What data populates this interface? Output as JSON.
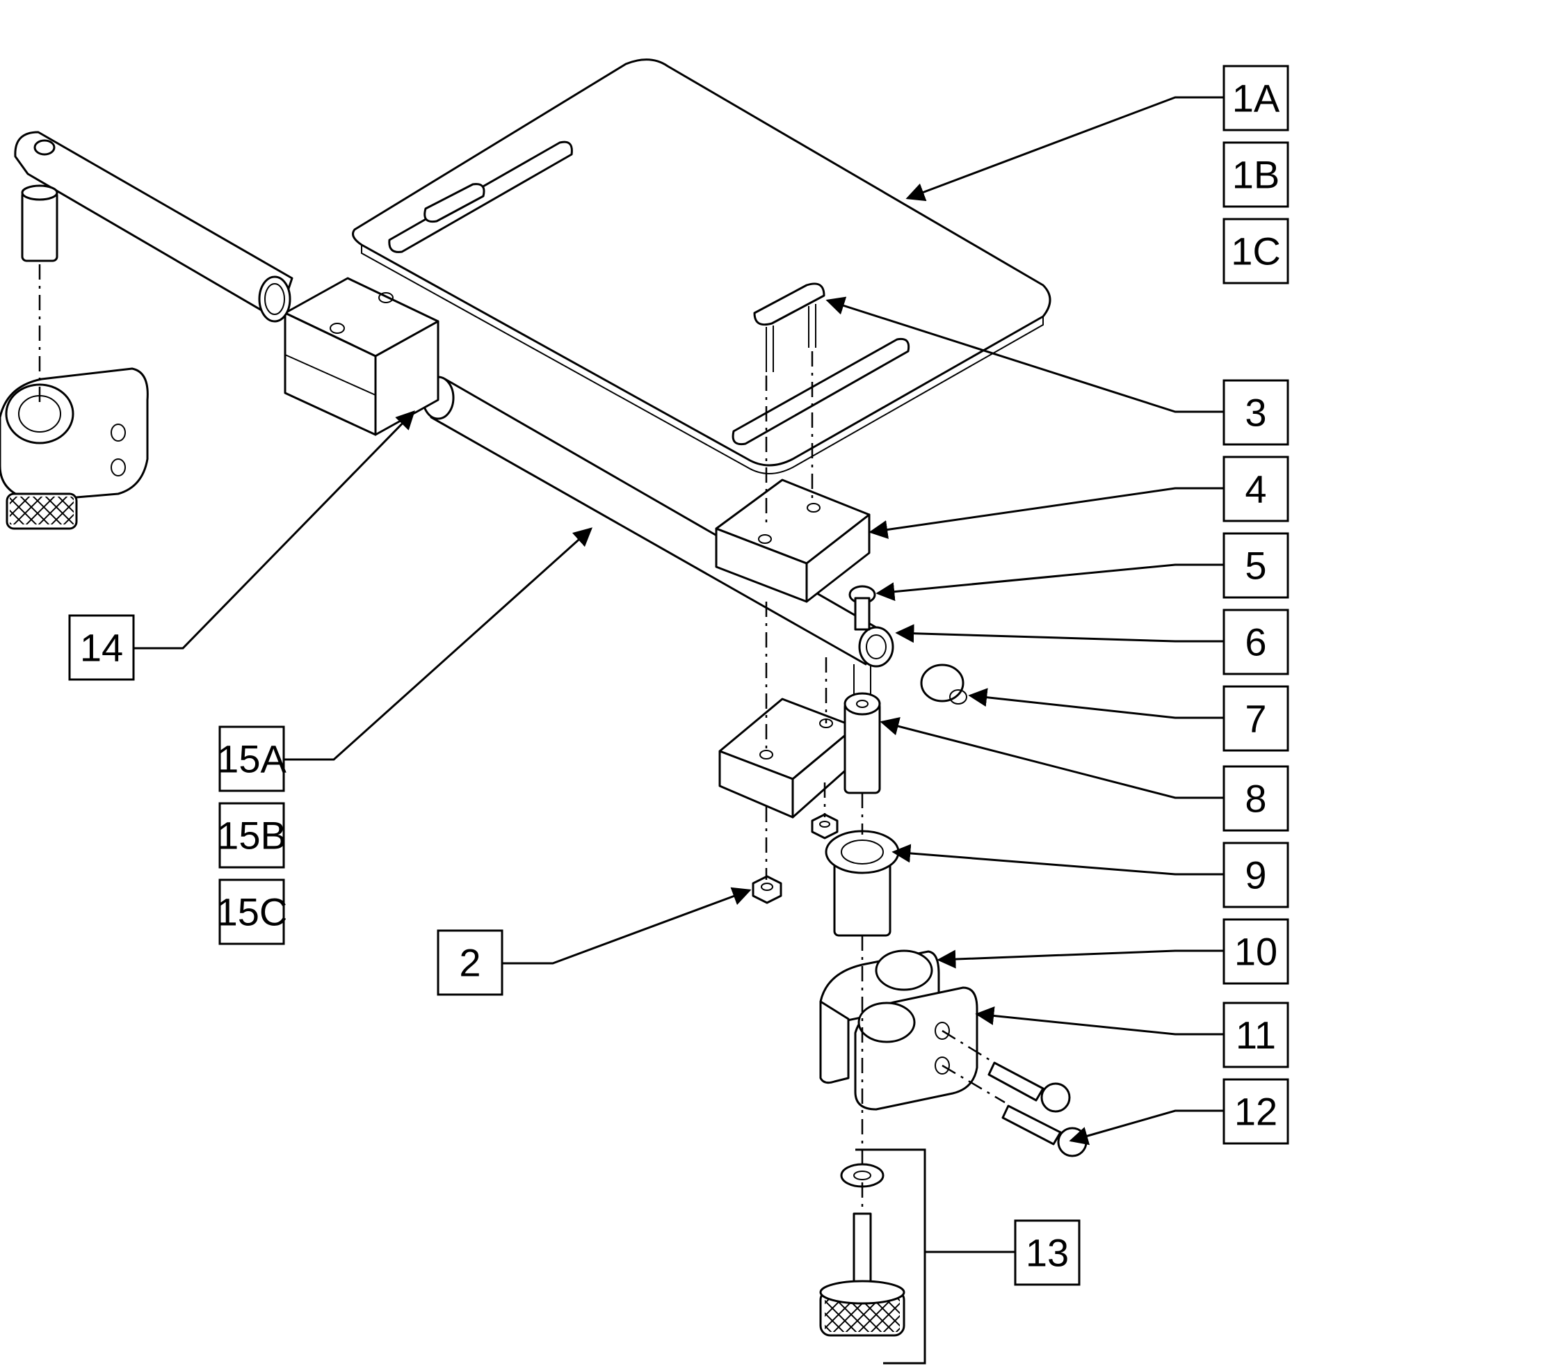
{
  "diagram": {
    "callouts": [
      {
        "id": "1A",
        "label": "1A"
      },
      {
        "id": "1B",
        "label": "1B"
      },
      {
        "id": "1C",
        "label": "1C"
      },
      {
        "id": "2",
        "label": "2"
      },
      {
        "id": "3",
        "label": "3"
      },
      {
        "id": "4",
        "label": "4"
      },
      {
        "id": "5",
        "label": "5"
      },
      {
        "id": "6",
        "label": "6"
      },
      {
        "id": "7",
        "label": "7"
      },
      {
        "id": "8",
        "label": "8"
      },
      {
        "id": "9",
        "label": "9"
      },
      {
        "id": "10",
        "label": "10"
      },
      {
        "id": "11",
        "label": "11"
      },
      {
        "id": "12",
        "label": "12"
      },
      {
        "id": "13",
        "label": "13"
      },
      {
        "id": "14",
        "label": "14"
      },
      {
        "id": "15A",
        "label": "15A"
      },
      {
        "id": "15B",
        "label": "15B"
      },
      {
        "id": "15C",
        "label": "15C"
      }
    ]
  }
}
